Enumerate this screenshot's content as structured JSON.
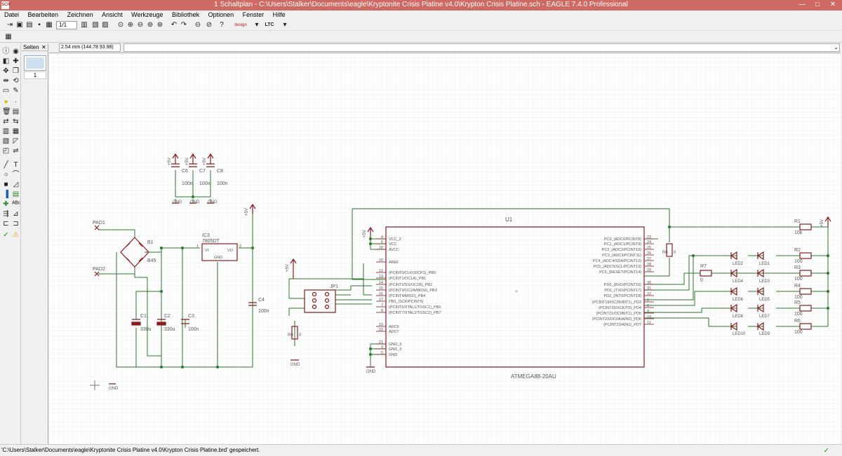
{
  "window": {
    "title": "1 Schaltplan - C:\\Users\\Stalker\\Documents\\eagle\\Kryptonite Crisis Platine v4.0\\Krypton Crisis Platine.sch - EAGLE 7.4.0 Professional",
    "app_icon": "SCH",
    "minimize": "—",
    "maximize": "□",
    "close": "✕"
  },
  "menu": [
    "Datei",
    "Bearbeiten",
    "Zeichnen",
    "Ansicht",
    "Werkzeuge",
    "Bibliothek",
    "Optionen",
    "Fenster",
    "Hilfe"
  ],
  "toolbar": {
    "sheet_select": "1/1",
    "designlink": "design link",
    "ltc": "LTC spice"
  },
  "pages_panel": {
    "tab_label": "Seiten",
    "page_number": "1"
  },
  "command": {
    "coordinate": "2.54 mm (144.78 93.98)",
    "input_value": ""
  },
  "status": {
    "message": "'C:\\Users\\Stalker\\Documents\\eagle\\Kryptonite Crisis Platine v4.0\\Krypton Crisis Platine.brd' gespeichert."
  },
  "schematic": {
    "colors": {
      "symbol": "#8b1a1a",
      "net": "#2a7a2a",
      "label": "#606060",
      "grid": "#e4e4e4"
    },
    "u1": {
      "name": "U1",
      "value": "ATMEGA88-20AU",
      "left_pins": [
        {
          "num": "4",
          "name": "VCC_2"
        },
        {
          "num": "6",
          "name": "VCC"
        },
        {
          "num": "18",
          "name": "AVCC"
        },
        {
          "num": "20",
          "name": "AREF"
        },
        {
          "num": "12",
          "name": "(PCINT0/CLKO/ICP1)_PB0"
        },
        {
          "num": "13",
          "name": "(PCINT1/OC1A)_PB1"
        },
        {
          "num": "14",
          "name": "(PCINT2/SS/OC1B)_PB2"
        },
        {
          "num": "15",
          "name": "(PCINT3/OC2A/MOSI)_PB3"
        },
        {
          "num": "16",
          "name": "(PCINT4/MISO)_PB4"
        },
        {
          "num": "17",
          "name": "PB5_(SCK/PCINT5)"
        },
        {
          "num": "7",
          "name": "(PCINT6/XTAL1/TOSC1)_PB6"
        },
        {
          "num": "8",
          "name": "(PCINT7/XTAL2/TOSC2)_PB7"
        },
        {
          "num": "19",
          "name": "ADC6"
        },
        {
          "num": "22",
          "name": "ADC7"
        },
        {
          "num": "21",
          "name": "GND_3"
        },
        {
          "num": "3",
          "name": "GND_3"
        },
        {
          "num": "5",
          "name": "GND"
        }
      ],
      "right_pins": [
        {
          "num": "23",
          "name": "PC0_(ADC0/PCINT8)"
        },
        {
          "num": "24",
          "name": "PC1_(ADC1/PCINT9)"
        },
        {
          "num": "25",
          "name": "PC2_(ADC2/PCINT10)"
        },
        {
          "num": "26",
          "name": "PC3_(ADC3/PCINT11)"
        },
        {
          "num": "27",
          "name": "PC4_(ADC4/SDA/PCINT12)"
        },
        {
          "num": "28",
          "name": "PC5_(ADC5/SCL/PCINT13)"
        },
        {
          "num": "29",
          "name": "PC6_(RESET/PCINT14)"
        },
        {
          "num": "30",
          "name": "PD0_(RXD/PCINT16)"
        },
        {
          "num": "31",
          "name": "PD1_(TXD/PCINT17)"
        },
        {
          "num": "32",
          "name": "PD2_(INT0/PCINT18)"
        },
        {
          "num": "1",
          "name": "(PCINT19/OC2B/INT1)_PD3"
        },
        {
          "num": "2",
          "name": "(PCINT20/XCK/T0)_PD4"
        },
        {
          "num": "9",
          "name": "(PCINT21/OC0B/T1)_PD5"
        },
        {
          "num": "10",
          "name": "(PCINT22/OC0A/AIN0)_PD6"
        },
        {
          "num": "11",
          "name": "(PCINT23/AIN1)_PD7"
        }
      ]
    },
    "labels": {
      "pad1": "PAD1",
      "pad2": "PAD2",
      "b1": "B1",
      "b45": "B45",
      "ic3": "IC3",
      "ic3_val": "7805DT",
      "ic3_vi": "VI",
      "ic3_vo": "VO",
      "ic3_gnd": "GND",
      "ic3_pin1": "1",
      "ic3_pin2": "2",
      "c1": "C1",
      "c1_val": "330u",
      "c2": "C2",
      "c2_val": "330u",
      "c3": "C3",
      "c3_val": "100n",
      "c4": "C4",
      "c4_val": "100n",
      "c6": "C6",
      "c7": "C7",
      "c8": "C8",
      "c_val": "100n",
      "plus5v": "+5V",
      "gnd": "GND",
      "jp1": "JP1",
      "r9": "R9",
      "r9_val": "0",
      "r8": "R8",
      "r8_val": "0",
      "r7": "R7",
      "r7_val": "0",
      "r1": "R1",
      "r1_val": "10k",
      "r2": "R2",
      "r3": "R3",
      "r4": "R4",
      "r5": "R5",
      "r6": "R6",
      "r_val": "100",
      "leds": [
        "LED2",
        "LED1",
        "LED4",
        "LED3",
        "LED6",
        "LED5",
        "LED8",
        "LED7",
        "LED10",
        "LED9"
      ]
    }
  }
}
